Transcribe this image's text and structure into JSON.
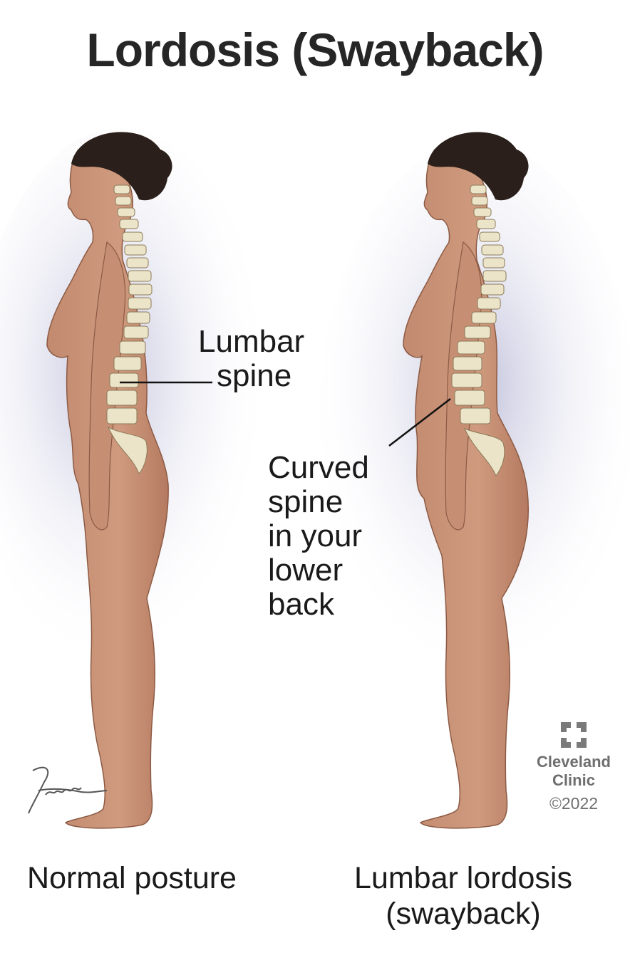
{
  "title": "Lordosis (Swayback)",
  "labels": {
    "lumbar_spine_line1": "Lumbar",
    "lumbar_spine_line2": "spine",
    "curved_line1": "Curved",
    "curved_line2": "spine",
    "curved_line3": "in your",
    "curved_line4": "lower",
    "curved_line5": "back"
  },
  "captions": {
    "left": "Normal posture",
    "right_line1": "Lumbar lordosis",
    "right_line2": "(swayback)"
  },
  "credits": {
    "brand_line1": "Cleveland",
    "brand_line2": "Clinic",
    "copyright": "©2022",
    "signature": "Jeanasz"
  },
  "colors": {
    "skin": "#c98f73",
    "skin_shadow": "#a86f57",
    "hair": "#2a1f1a",
    "bone": "#ece4c8",
    "glow": "#b9b8d6"
  }
}
